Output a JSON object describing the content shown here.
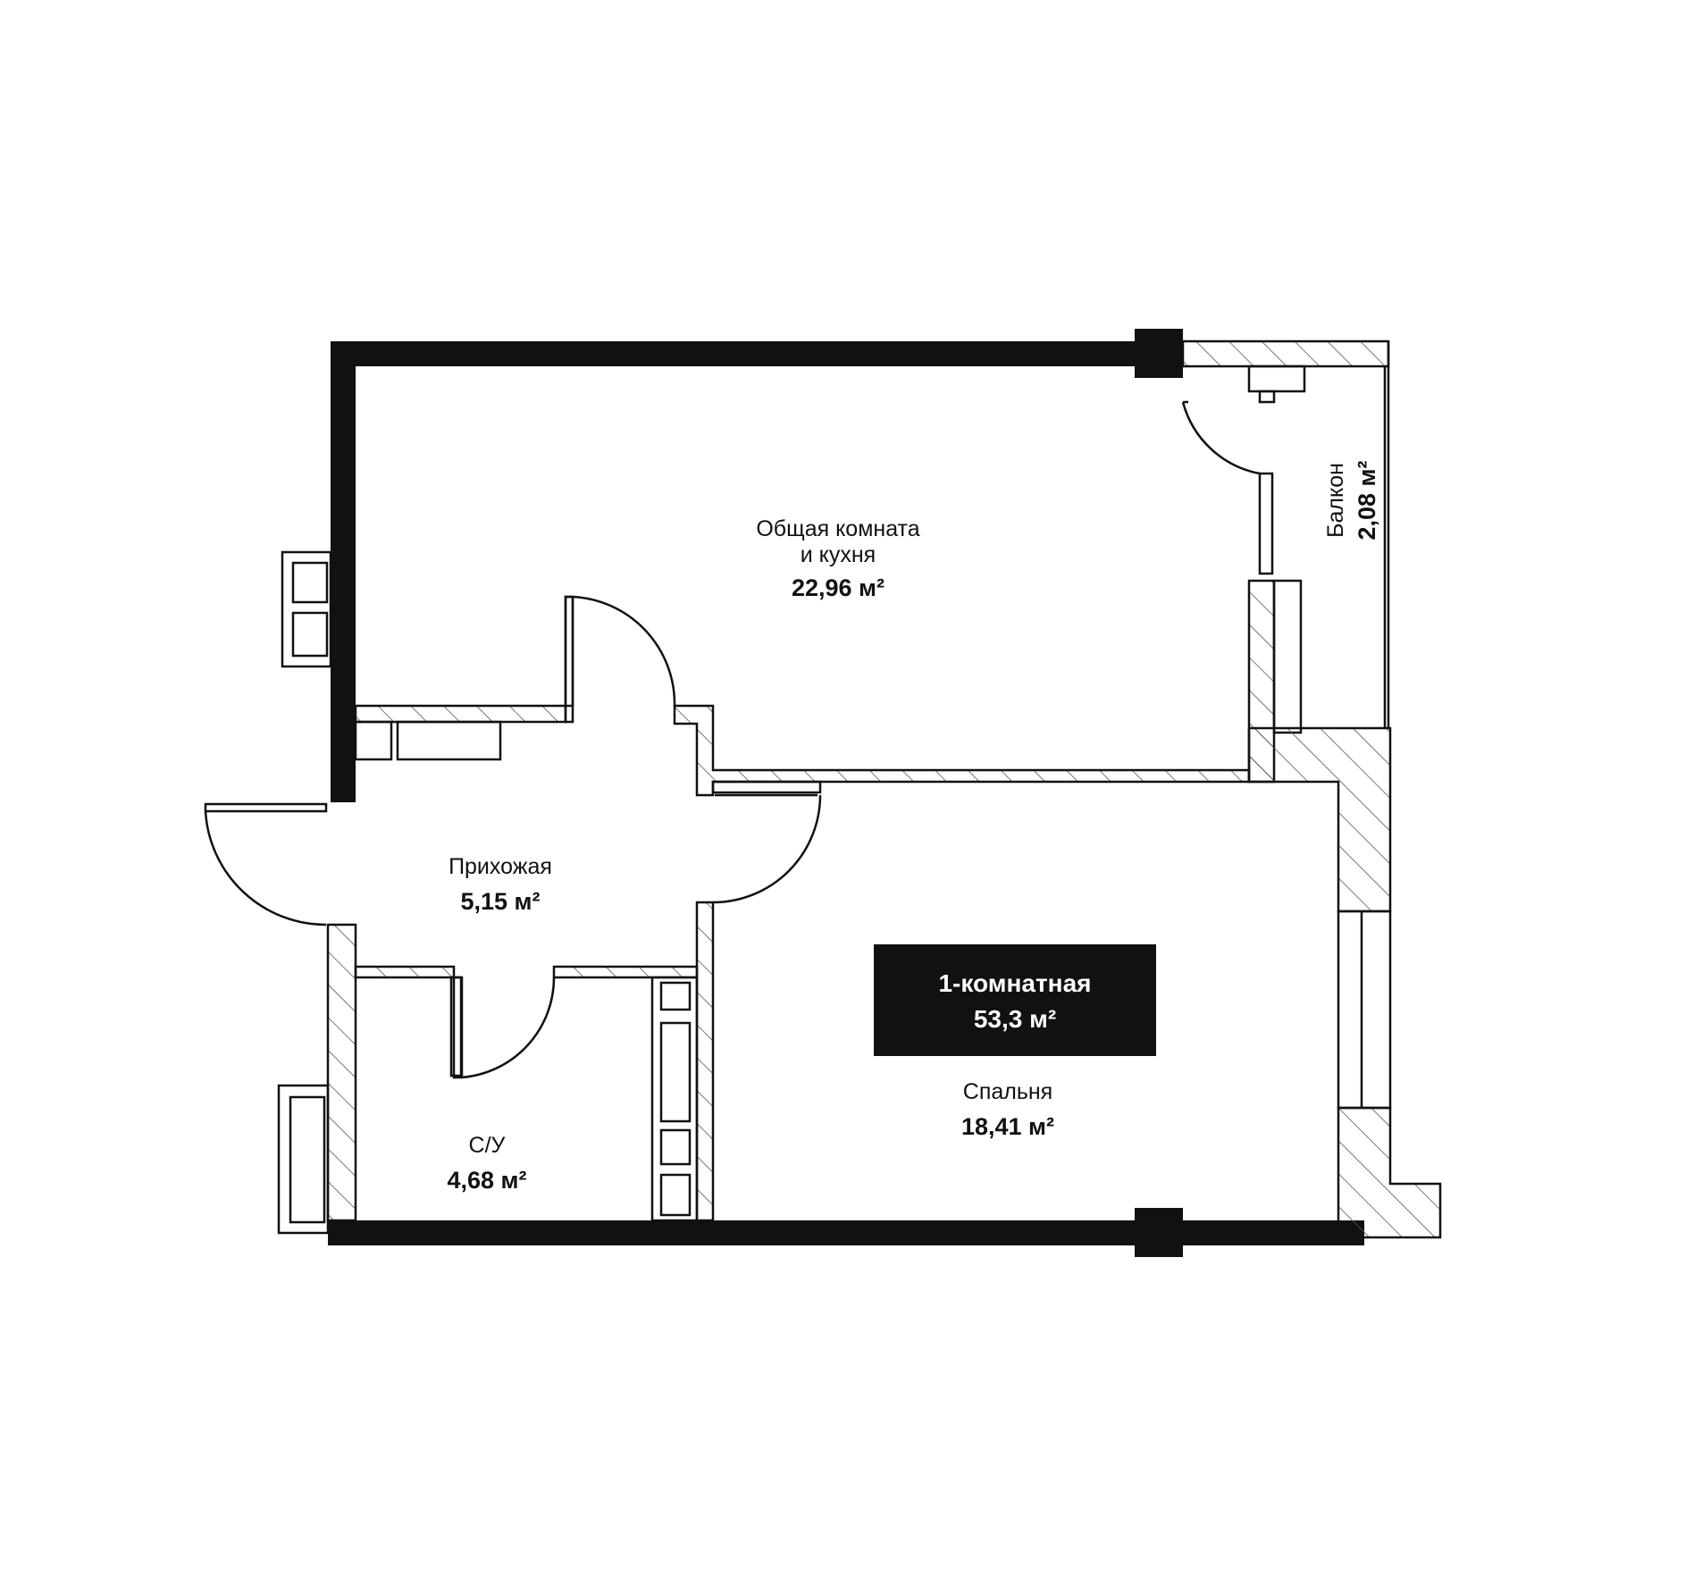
{
  "apartment": {
    "type_label": "1-комнатная",
    "total_area": "53,3 м²"
  },
  "rooms": {
    "living": {
      "name_line1": "Общая комната",
      "name_line2": "и кухня",
      "area": "22,96 м²"
    },
    "hall": {
      "name": "Прихожая",
      "area": "5,15 м²"
    },
    "bathroom": {
      "name": "С/У",
      "area": "4,68 м²"
    },
    "bedroom": {
      "name": "Спальня",
      "area": "18,41 м²"
    },
    "balcony": {
      "name": "Балкон",
      "area": "2,08 м²"
    }
  },
  "colors": {
    "walls": "#111111",
    "background": "#ffffff",
    "badge": "#111111"
  }
}
